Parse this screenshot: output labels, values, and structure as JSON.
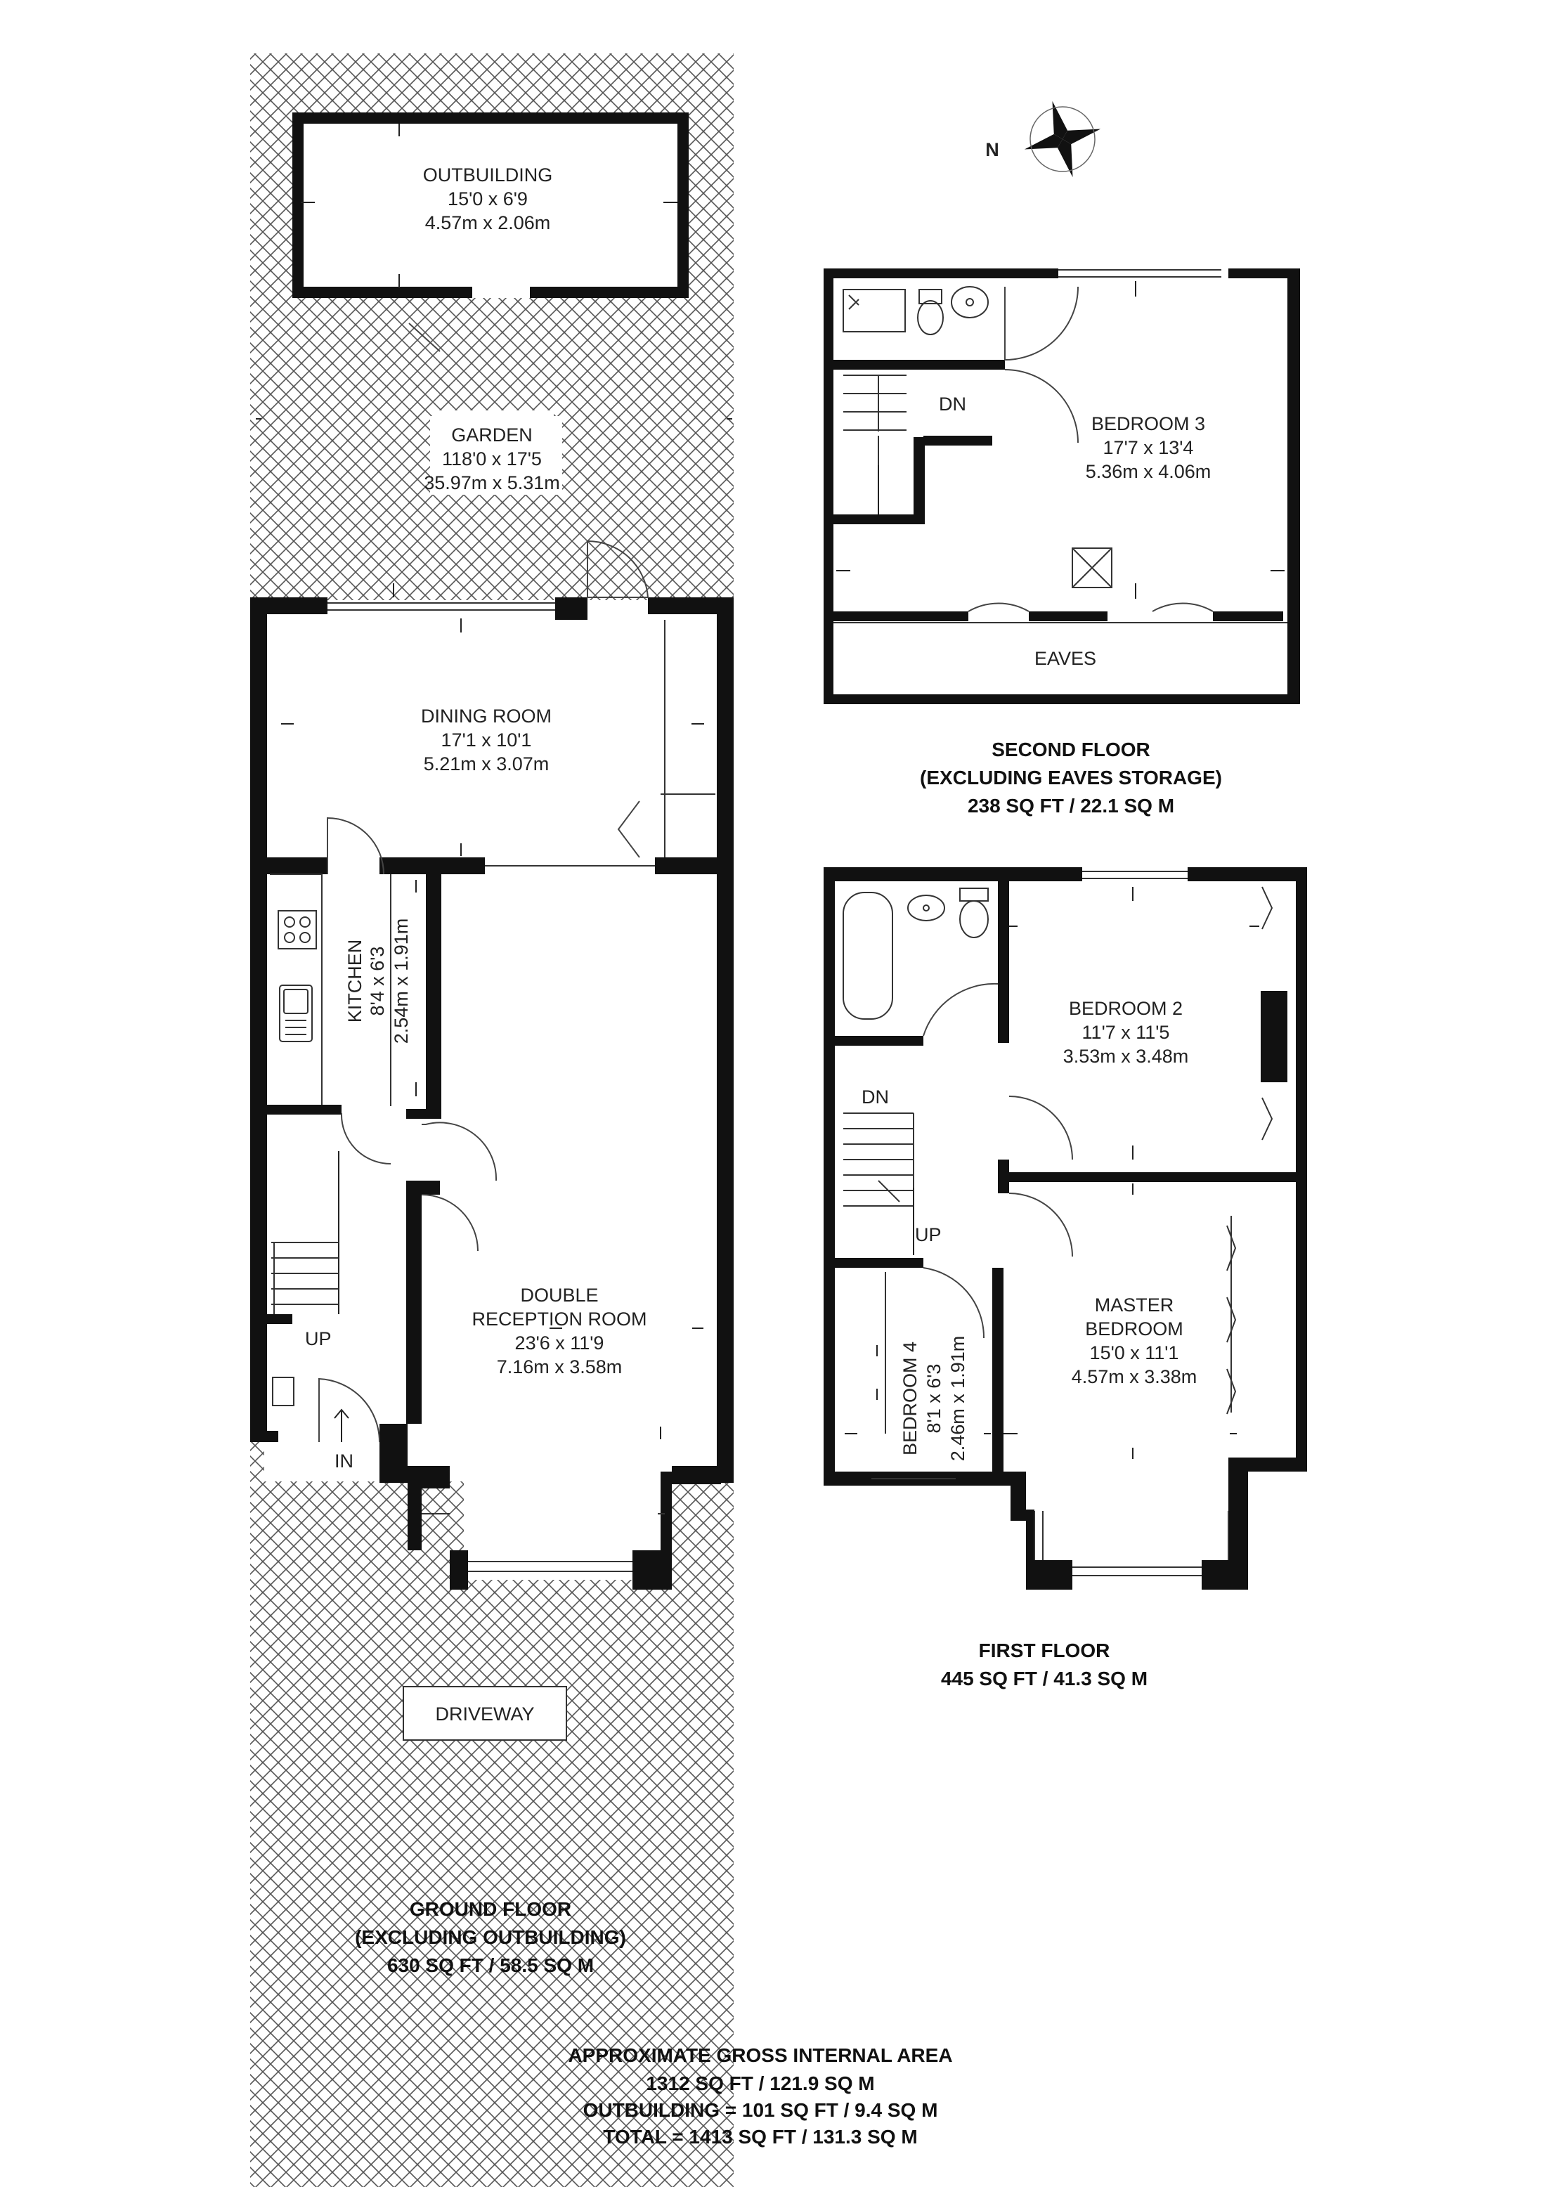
{
  "compass": {
    "label": "N"
  },
  "ground_floor": {
    "outbuilding": {
      "name": "OUTBUILDING",
      "imperial": "15'0 x 6'9",
      "metric": "4.57m x 2.06m"
    },
    "garden": {
      "name": "GARDEN",
      "imperial": "118'0 x 17'5",
      "metric": "35.97m x 5.31m"
    },
    "dining": {
      "name": "DINING ROOM",
      "imperial": "17'1 x 10'1",
      "metric": "5.21m x 3.07m"
    },
    "kitchen": {
      "name": "KITCHEN",
      "imperial": "8'4 x 6'3",
      "metric": "2.54m x 1.91m"
    },
    "reception": {
      "name_line1": "DOUBLE",
      "name_line2": "RECEPTION ROOM",
      "imperial": "23'6 x 11'9",
      "metric": "7.16m x 3.58m"
    },
    "driveway": {
      "name": "DRIVEWAY"
    },
    "up": "UP",
    "in": "IN",
    "caption": [
      "GROUND FLOOR",
      "(EXCLUDING OUTBUILDING)",
      "630 SQ FT / 58.5 SQ M"
    ]
  },
  "second_floor": {
    "bedroom3": {
      "name": "BEDROOM 3",
      "imperial": "17'7 x 13'4",
      "metric": "5.36m x 4.06m"
    },
    "eaves": "EAVES",
    "dn": "DN",
    "caption": [
      "SECOND FLOOR",
      "(EXCLUDING EAVES STORAGE)",
      "238 SQ FT / 22.1 SQ M"
    ]
  },
  "first_floor": {
    "bedroom2": {
      "name": "BEDROOM 2",
      "imperial": "11'7 x 11'5",
      "metric": "3.53m x 3.48m"
    },
    "master": {
      "name_line1": "MASTER",
      "name_line2": "BEDROOM",
      "imperial": "15'0 x 11'1",
      "metric": "4.57m x 3.38m"
    },
    "bedroom4": {
      "name": "BEDROOM 4",
      "imperial": "8'1 x 6'3",
      "metric": "2.46m x 1.91m"
    },
    "dn": "DN",
    "up": "UP",
    "caption": [
      "FIRST FLOOR",
      "445 SQ FT / 41.3 SQ M"
    ]
  },
  "totals": [
    "APPROXIMATE GROSS INTERNAL AREA",
    "1312 SQ FT / 121.9 SQ M",
    "OUTBUILDING = 101 SQ FT / 9.4 SQ M",
    "TOTAL = 1413 SQ FT / 131.3 SQ M"
  ]
}
